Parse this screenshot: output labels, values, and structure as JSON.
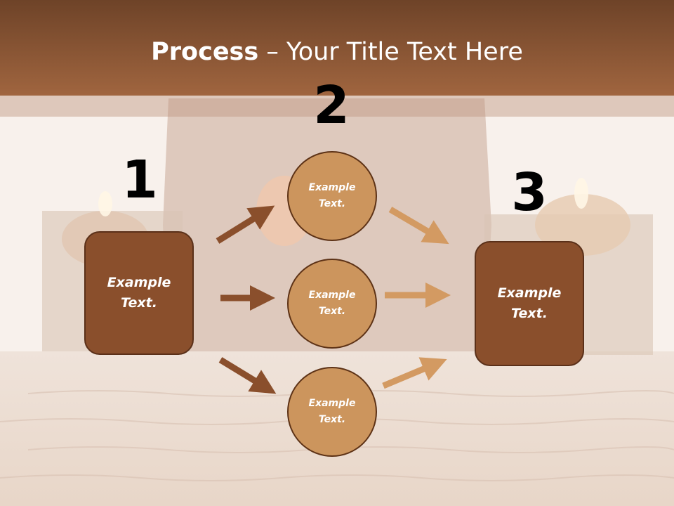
{
  "title": {
    "bold": "Process",
    "rest": " – Your Title Text Here"
  },
  "steps": {
    "one": {
      "number": "1",
      "text": "Example\nText."
    },
    "two": {
      "number": "2"
    },
    "three": {
      "number": "3",
      "text": "Example\nText."
    }
  },
  "circles": [
    {
      "text": "Example\nText."
    },
    {
      "text": "Example\nText."
    },
    {
      "text": "Example\nText."
    }
  ],
  "colors": {
    "box_fill": "#8a4f2c",
    "circle_fill": "#cc955d",
    "arrow_dark": "#8a4f2c",
    "arrow_light": "#d39a62",
    "title_bar": "#a0653f"
  }
}
